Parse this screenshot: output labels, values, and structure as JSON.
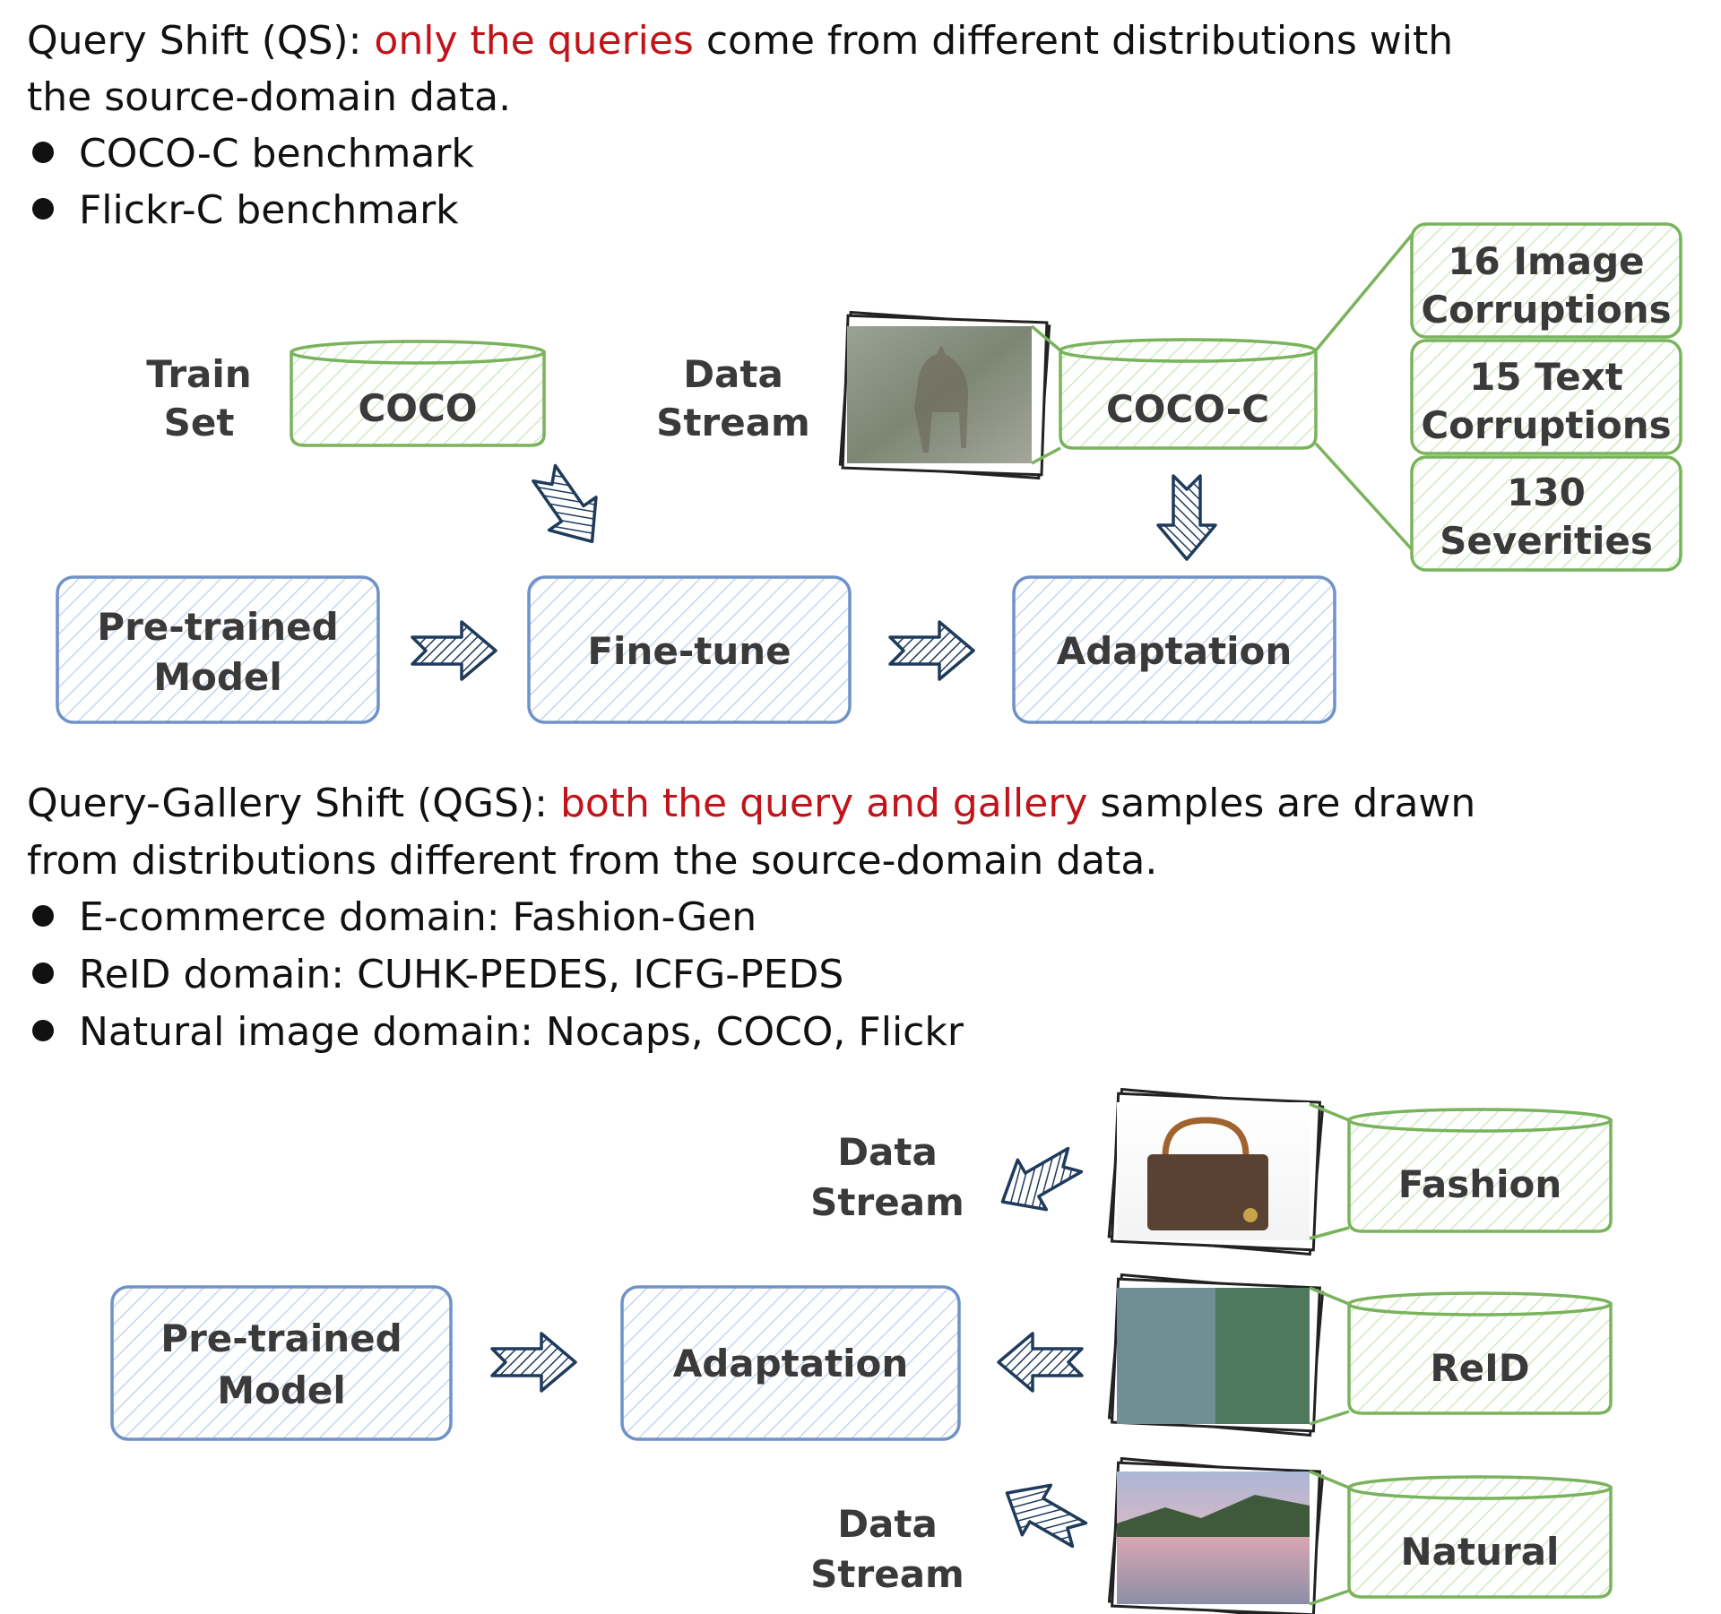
{
  "qs": {
    "line1_a": "Query Shift (QS): ",
    "line1_hl": "only the queries",
    "line1_b": " come from different distributions with",
    "line2": "the source-domain data.",
    "bullets": [
      "COCO-C benchmark",
      "Flickr-C benchmark"
    ]
  },
  "qs_diagram": {
    "train_set": [
      "Train",
      "Set"
    ],
    "coco": "COCO",
    "data_stream": [
      "Data",
      "Stream"
    ],
    "coco_c": "COCO-C",
    "corruptions": [
      [
        "16 Image",
        "Corruptions"
      ],
      [
        "15 Text",
        "Corruptions"
      ],
      [
        "130",
        "Severities"
      ]
    ],
    "pretrained": [
      "Pre-trained",
      "Model"
    ],
    "finetune": "Fine-tune",
    "adaptation": "Adaptation"
  },
  "qgs": {
    "line1_a": "Query-Gallery Shift (QGS): ",
    "line1_hl": "both the query and gallery",
    "line1_b": " samples are drawn",
    "line2": "from distributions different from the source-domain data.",
    "bullets": [
      "E-commerce domain: Fashion-Gen",
      "ReID domain: CUHK-PEDES, ICFG-PEDS",
      "Natural image domain: Nocaps, COCO, Flickr"
    ]
  },
  "qgs_diagram": {
    "data_stream_top": [
      "Data",
      "Stream"
    ],
    "data_stream_bottom": [
      "Data",
      "Stream"
    ],
    "pretrained": [
      "Pre-trained",
      "Model"
    ],
    "adaptation": "Adaptation",
    "domains": [
      "Fashion",
      "ReID",
      "Natural"
    ]
  },
  "colors": {
    "highlight": "#c0141a",
    "blue_box": "#6f92c7",
    "green_box": "#79b35c",
    "arrow": "#1f3b5c"
  }
}
